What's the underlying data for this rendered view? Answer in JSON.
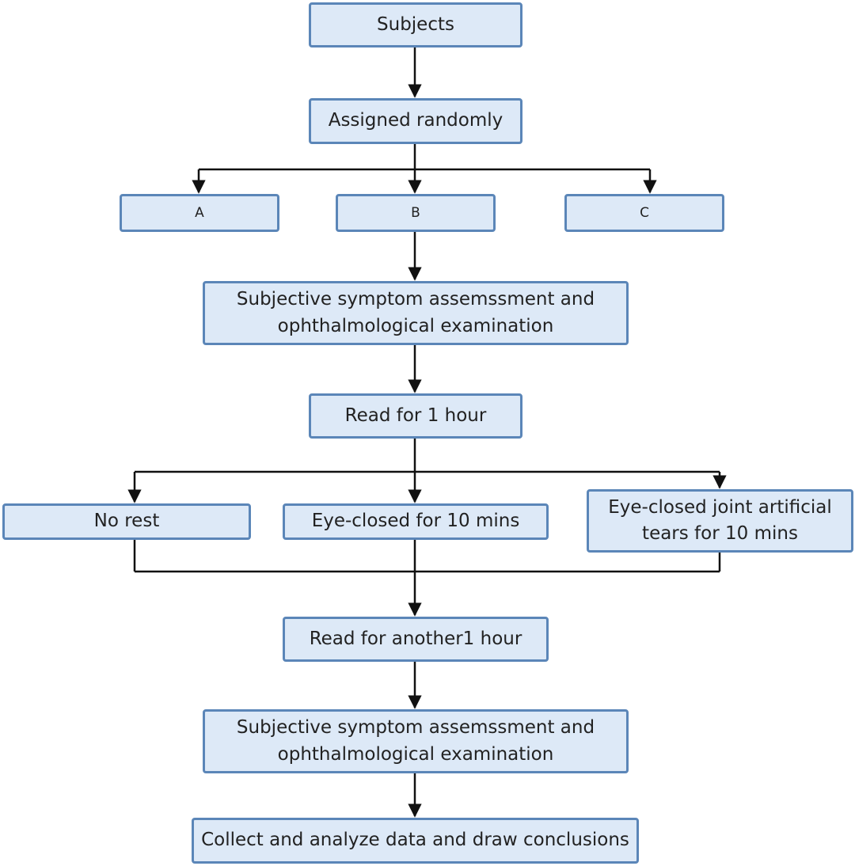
{
  "nodes": {
    "subjects": "Subjects",
    "assigned": "Assigned randomly",
    "group_a": "A",
    "group_b": "B",
    "group_c": "C",
    "assessment_1_line1": "Subjective symptom assemssment and",
    "assessment_1_line2": "ophthalmological examination",
    "read_1": "Read for 1 hour",
    "no_rest": "No rest",
    "eye_closed": "Eye-closed for 10 mins",
    "eye_closed_tears_line1": "Eye-closed joint artificial",
    "eye_closed_tears_line2": "tears for 10 mins",
    "read_2": "Read for another1 hour",
    "assessment_2_line1": "Subjective symptom assemssment and",
    "assessment_2_line2": "ophthalmological examination",
    "conclusion": "Collect and analyze data and draw conclusions"
  },
  "colors": {
    "box_fill": "#dde9f7",
    "box_border": "#5b86b8",
    "connector": "#111111"
  }
}
